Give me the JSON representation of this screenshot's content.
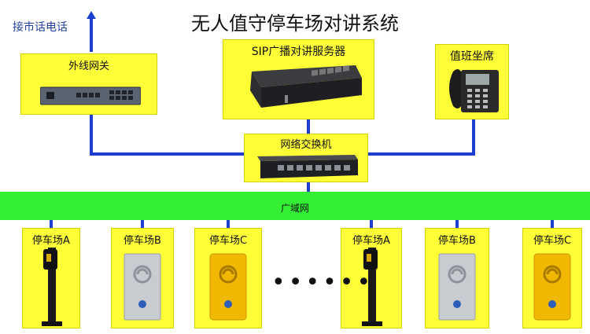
{
  "title": "无人值守停车场对讲系统",
  "external_label": "接市话电话",
  "nodes": {
    "gateway": "外线网关",
    "server": "SIP广播对讲服务器",
    "duty": "值班坐席",
    "switch": "网络交换机",
    "wan": "广域网"
  },
  "dots": "••••••",
  "lots": [
    {
      "label": "停车场A",
      "device": "pillar"
    },
    {
      "label": "停车场B",
      "device": "silver"
    },
    {
      "label": "停车场C",
      "device": "yellow"
    },
    {
      "label": "停车场A",
      "device": "pillar"
    },
    {
      "label": "停车场B",
      "device": "silver"
    },
    {
      "label": "停车场C",
      "device": "yellow"
    }
  ],
  "colors": {
    "link": "#1c3fd0",
    "box": "#ffff38",
    "wan": "#33ee33"
  }
}
